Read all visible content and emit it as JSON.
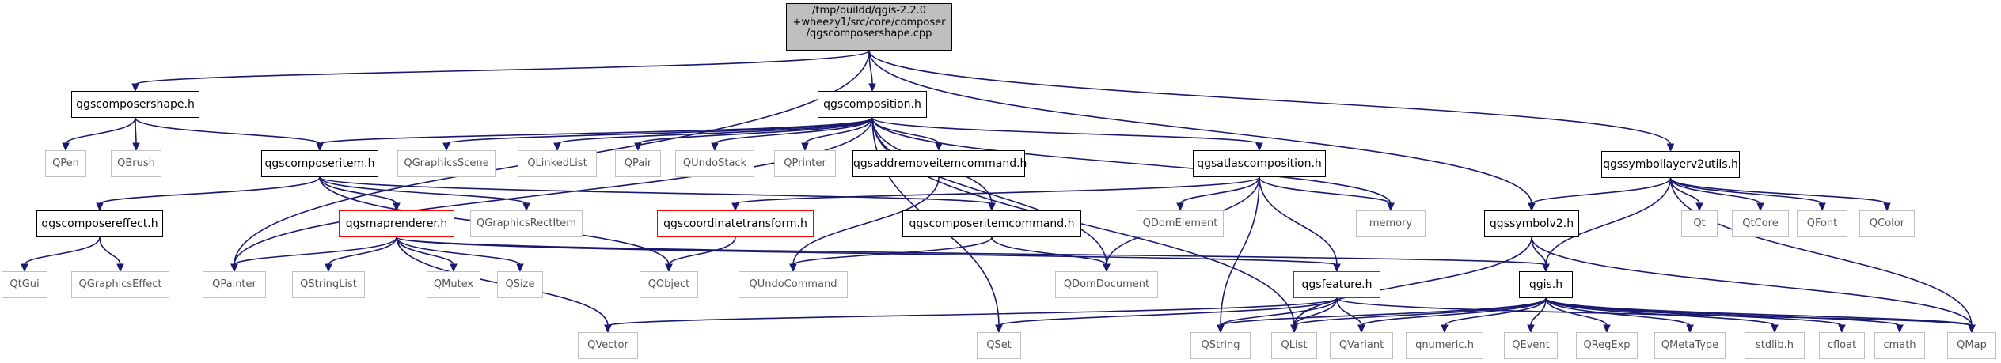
{
  "colors": {
    "edge": "#191970",
    "node_border": "#000000",
    "node_dim": "#bfbfbf",
    "node_warn": "#ff0000",
    "root_fill": "#bfbfbf"
  },
  "root": {
    "lines": [
      "/tmp/buildd/qgis-2.2.0",
      "+wheezy1/src/core/composer",
      "/qgscomposershape.cpp"
    ]
  },
  "nodes": {
    "qgscomposershape_h": "qgscomposershape.h",
    "qgscomposition_h": "qgscomposition.h",
    "qgssymbollayerv2utils_h": "qgssymbollayerv2utils.h",
    "QPen": "QPen",
    "QBrush": "QBrush",
    "qgscomposeritem_h": "qgscomposeritem.h",
    "QGraphicsScene": "QGraphicsScene",
    "QLinkedList": "QLinkedList",
    "QPair": "QPair",
    "QUndoStack": "QUndoStack",
    "QPrinter": "QPrinter",
    "qgsaddremoveitemcommand_h": "qgsaddremoveitemcommand.h",
    "qgsatlascomposition_h": "qgsatlascomposition.h",
    "memory": "memory",
    "qgssymbolv2_h": "qgssymbolv2.h",
    "Qt": "Qt",
    "QtCore": "QtCore",
    "QFont": "QFont",
    "QColor": "QColor",
    "qgscomposereffect_h": "qgscomposereffect.h",
    "qgsmaprenderer_h": "qgsmaprenderer.h",
    "QGraphicsRectItem": "QGraphicsRectItem",
    "qgscoordinatetransform_h": "qgscoordinatetransform.h",
    "qgscomposeritemcommand_h": "qgscomposeritemcommand.h",
    "QDomElement": "QDomElement",
    "QtGui": "QtGui",
    "QGraphicsEffect": "QGraphicsEffect",
    "QPainter": "QPainter",
    "QStringList": "QStringList",
    "QMutex": "QMutex",
    "QSize": "QSize",
    "QObject": "QObject",
    "QUndoCommand": "QUndoCommand",
    "QDomDocument": "QDomDocument",
    "qgsfeature_h": "qgsfeature.h",
    "qgis_h": "qgis.h",
    "QVector": "QVector",
    "QSet": "QSet",
    "QString": "QString",
    "QList": "QList",
    "QVariant": "QVariant",
    "qnumeric_h": "qnumeric.h",
    "QEvent": "QEvent",
    "QRegExp": "QRegExp",
    "QMetaType": "QMetaType",
    "stdlib_h": "stdlib.h",
    "cfloat": "cfloat",
    "cmath": "cmath",
    "QMap": "QMap"
  },
  "edges": [
    [
      "root",
      "qgscomposershape_h"
    ],
    [
      "root",
      "qgscomposition_h"
    ],
    [
      "root",
      "qgssymbollayerv2utils_h"
    ],
    [
      "root",
      "QPainter"
    ],
    [
      "root",
      "qgssymbolv2_h"
    ],
    [
      "qgscomposershape_h",
      "QPen"
    ],
    [
      "qgscomposershape_h",
      "QBrush"
    ],
    [
      "qgscomposershape_h",
      "qgscomposeritem_h"
    ],
    [
      "qgscomposition_h",
      "qgscomposeritem_h"
    ],
    [
      "qgscomposition_h",
      "QGraphicsScene"
    ],
    [
      "qgscomposition_h",
      "QLinkedList"
    ],
    [
      "qgscomposition_h",
      "QPair"
    ],
    [
      "qgscomposition_h",
      "QUndoStack"
    ],
    [
      "qgscomposition_h",
      "QPrinter"
    ],
    [
      "qgscomposition_h",
      "qgsaddremoveitemcommand_h"
    ],
    [
      "qgscomposition_h",
      "qgsatlascomposition_h"
    ],
    [
      "qgscomposition_h",
      "memory"
    ],
    [
      "qgscomposition_h",
      "QPainter"
    ],
    [
      "qgscomposition_h",
      "qgscomposeritemcommand_h"
    ],
    [
      "qgscomposition_h",
      "QDomDocument"
    ],
    [
      "qgscomposition_h",
      "QSet"
    ],
    [
      "qgscomposition_h",
      "QList"
    ],
    [
      "qgscomposeritem_h",
      "qgscomposereffect_h"
    ],
    [
      "qgscomposeritem_h",
      "qgsmaprenderer_h"
    ],
    [
      "qgscomposeritem_h",
      "QGraphicsRectItem"
    ],
    [
      "qgscomposeritem_h",
      "QObject"
    ],
    [
      "qgscomposeritem_h",
      "qgscomposeritemcommand_h"
    ],
    [
      "qgscomposereffect_h",
      "QtGui"
    ],
    [
      "qgscomposereffect_h",
      "QGraphicsEffect"
    ],
    [
      "qgsmaprenderer_h",
      "QPainter"
    ],
    [
      "qgsmaprenderer_h",
      "QStringList"
    ],
    [
      "qgsmaprenderer_h",
      "QMutex"
    ],
    [
      "qgsmaprenderer_h",
      "QSize"
    ],
    [
      "qgsmaprenderer_h",
      "QVector"
    ],
    [
      "qgsmaprenderer_h",
      "qgsfeature_h"
    ],
    [
      "qgsmaprenderer_h",
      "qgis_h"
    ],
    [
      "qgsaddremoveitemcommand_h",
      "QUndoCommand"
    ],
    [
      "qgsatlascomposition_h",
      "qgscoordinatetransform_h"
    ],
    [
      "qgsatlascomposition_h",
      "QDomElement"
    ],
    [
      "qgsatlascomposition_h",
      "QDomDocument"
    ],
    [
      "qgsatlascomposition_h",
      "memory"
    ],
    [
      "qgsatlascomposition_h",
      "qgsfeature_h"
    ],
    [
      "qgsatlascomposition_h",
      "QString"
    ],
    [
      "qgscoordinatetransform_h",
      "QObject"
    ],
    [
      "qgscomposeritemcommand_h",
      "QUndoCommand"
    ],
    [
      "qgscomposeritemcommand_h",
      "QDomDocument"
    ],
    [
      "qgssymbollayerv2utils_h",
      "qgssymbolv2_h"
    ],
    [
      "qgssymbollayerv2utils_h",
      "Qt"
    ],
    [
      "qgssymbollayerv2utils_h",
      "QtCore"
    ],
    [
      "qgssymbollayerv2utils_h",
      "QFont"
    ],
    [
      "qgssymbollayerv2utils_h",
      "QColor"
    ],
    [
      "qgssymbollayerv2utils_h",
      "QMap"
    ],
    [
      "qgssymbollayerv2utils_h",
      "qgis_h"
    ],
    [
      "qgssymbolv2_h",
      "qgis_h"
    ],
    [
      "qgssymbolv2_h",
      "QList"
    ],
    [
      "qgssymbolv2_h",
      "QMap"
    ],
    [
      "qgsfeature_h",
      "QVector"
    ],
    [
      "qgsfeature_h",
      "QSet"
    ],
    [
      "qgsfeature_h",
      "QString"
    ],
    [
      "qgsfeature_h",
      "QList"
    ],
    [
      "qgsfeature_h",
      "QVariant"
    ],
    [
      "qgsfeature_h",
      "QMap"
    ],
    [
      "qgis_h",
      "QString"
    ],
    [
      "qgis_h",
      "QVariant"
    ],
    [
      "qgis_h",
      "qnumeric_h"
    ],
    [
      "qgis_h",
      "QEvent"
    ],
    [
      "qgis_h",
      "QRegExp"
    ],
    [
      "qgis_h",
      "QMetaType"
    ],
    [
      "qgis_h",
      "stdlib_h"
    ],
    [
      "qgis_h",
      "cfloat"
    ],
    [
      "qgis_h",
      "cmath"
    ],
    [
      "qgis_h",
      "QMap"
    ],
    [
      "qgis_h",
      "QList"
    ]
  ]
}
